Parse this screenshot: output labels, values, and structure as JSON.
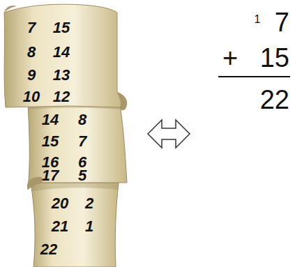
{
  "diagram": {
    "labels": [
      "7",
      "15",
      "8",
      "14",
      "9",
      "13",
      "10",
      "12",
      "14",
      "8",
      "15",
      "7",
      "16",
      "6",
      "17",
      "5",
      "20",
      "2",
      "21",
      "1",
      "22",
      "1",
      "7",
      "+",
      "15",
      "22"
    ]
  }
}
